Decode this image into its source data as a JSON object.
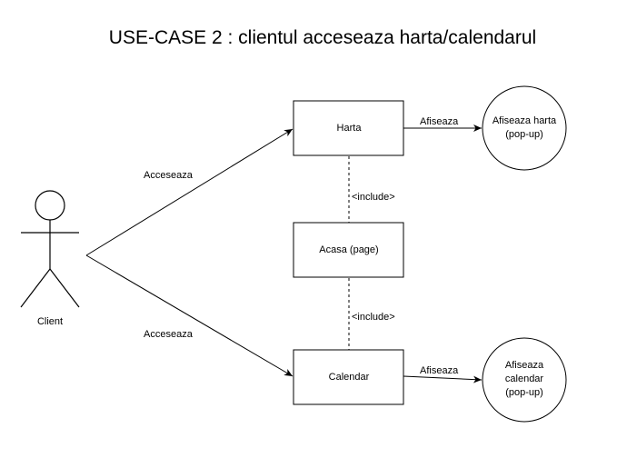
{
  "title": "USE-CASE 2 : clientul acceseaza harta/calendarul",
  "actor": {
    "label": "Client"
  },
  "boxes": {
    "harta": "Harta",
    "acasa": "Acasa (page)",
    "calendar": "Calendar"
  },
  "edges": {
    "acceseaza_top": "Acceseaza",
    "acceseaza_bottom": "Acceseaza",
    "include_top": "<include>",
    "include_bottom": "<include>",
    "afiseaza_top": "Afiseaza",
    "afiseaza_bottom": "Afiseaza"
  },
  "circles": {
    "harta_popup": {
      "line1": "Afiseaza harta",
      "line2": "(pop-up)"
    },
    "calendar_popup": {
      "line1": "Afiseaza",
      "line2": "calendar",
      "line3": "(pop-up)"
    }
  },
  "colors": {
    "stroke": "#000000",
    "fill": "#ffffff"
  }
}
